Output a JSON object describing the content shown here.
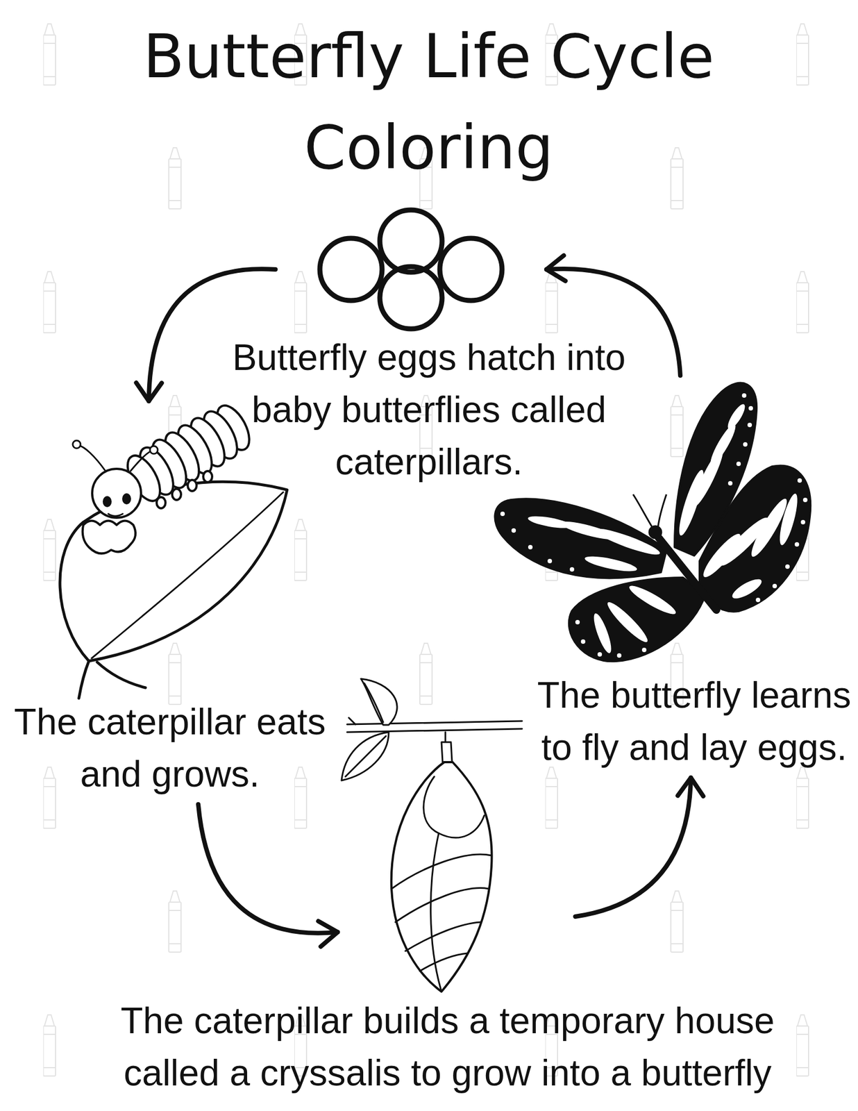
{
  "diagram": {
    "title": "Butterfly Life Cycle Coloring",
    "nodes": [
      {
        "text": [
          "Butterfly eggs hatch into baby butterflies called caterpillars."
        ]
      },
      {
        "text": [
          "The caterpillar eats and grows."
        ]
      },
      {
        "text": [
          "The caterpillar builds a temporary house called a cryssalis to grow into a butterfly"
        ]
      },
      {
        "text": [
          "The butterfly learns to fly and lay eggs."
        ]
      }
    ],
    "edges": [
      {
        "from": 0,
        "to": 1,
        "arrow": "to"
      },
      {
        "from": 1,
        "to": 2,
        "arrow": "to"
      },
      {
        "from": 2,
        "to": 3,
        "arrow": "to"
      },
      {
        "from": 3,
        "to": 0,
        "arrow": "to"
      }
    ]
  }
}
